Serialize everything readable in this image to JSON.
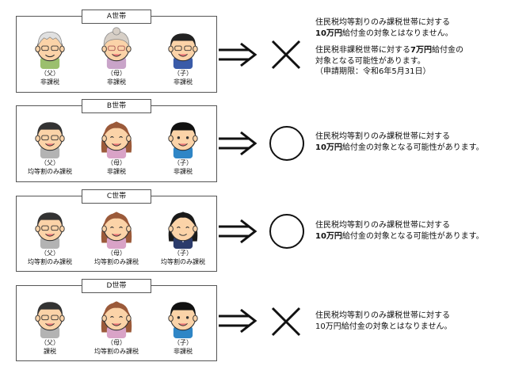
{
  "households": [
    {
      "label": "A世帯",
      "members": [
        {
          "role": "（父）",
          "status": "非課税",
          "icon": "grandfather-icon"
        },
        {
          "role": "（母）",
          "status": "非課税",
          "icon": "grandmother-icon"
        },
        {
          "role": "（子）",
          "status": "非課税",
          "icon": "man-icon"
        }
      ],
      "result": "×",
      "result_icon": "cross-icon",
      "desc": {
        "l1": "住民税均等割りのみ課税世帯に対する",
        "l2a": "10万円",
        "l2b": "給付金の対象とはなりません。",
        "l3a": "住民税非課税世帯に対する",
        "l3b": "7万円",
        "l3c": "給付金の",
        "l4": "対象となる可能性があります。",
        "l5": "（申請期限：令和6年5月31日）"
      }
    },
    {
      "label": "B世帯",
      "members": [
        {
          "role": "（父）",
          "status": "均等割のみ課税",
          "icon": "father-icon"
        },
        {
          "role": "（母）",
          "status": "非課税",
          "icon": "mother-icon"
        },
        {
          "role": "（子）",
          "status": "非課税",
          "icon": "boy-icon"
        }
      ],
      "result": "○",
      "result_icon": "circle-icon",
      "desc": {
        "l1": "住民税均等割りのみ課税世帯に対する",
        "l2a": "10万円",
        "l2b": "給付金の対象となる可能性があります。"
      }
    },
    {
      "label": "C世帯",
      "members": [
        {
          "role": "（父）",
          "status": "均等割のみ課税",
          "icon": "father-icon"
        },
        {
          "role": "（母）",
          "status": "均等割のみ課税",
          "icon": "mother-icon"
        },
        {
          "role": "（子）",
          "status": "均等割のみ課税",
          "icon": "woman-icon"
        }
      ],
      "result": "○",
      "result_icon": "circle-icon",
      "desc": {
        "l1": "住民税均等割りのみ課税世帯に対する",
        "l2a": "10万円",
        "l2b": "給付金の対象となる可能性があります。"
      }
    },
    {
      "label": "D世帯",
      "members": [
        {
          "role": "（父）",
          "status": "課税",
          "icon": "father-icon"
        },
        {
          "role": "（母）",
          "status": "均等割のみ課税",
          "icon": "mother-icon"
        },
        {
          "role": "（子）",
          "status": "非課税",
          "icon": "boy-icon"
        }
      ],
      "result": "×",
      "result_icon": "cross-icon",
      "desc": {
        "l1": "住民税均等割りのみ課税世帯に対する",
        "l2": "10万円給付金の対象とはなりません。"
      }
    }
  ],
  "arrow_icon": "double-arrow-right-icon"
}
